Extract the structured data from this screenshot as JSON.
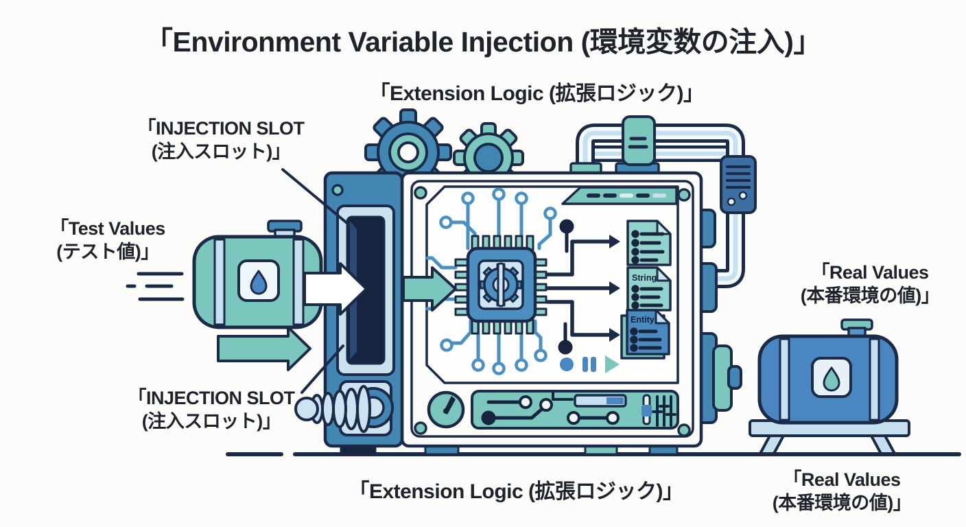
{
  "title": "「Environment Variable Injection (環境変数の注入)」",
  "labels": {
    "extension_logic_top": "「Extension Logic (拡張ロジック)」",
    "injection_slot_top": {
      "line1": "「INJECTION SLOT",
      "line2": "(注入スロット)」"
    },
    "test_values": {
      "line1": "「Test Values",
      "line2": "(テスト値)」"
    },
    "real_values_right": {
      "line1": "「Real Values",
      "line2": "(本番環境の値)」"
    },
    "injection_slot_bottom": {
      "line1": "「INJECTION SLOT",
      "line2": "(注入スロット)」"
    },
    "extension_logic_bottom": "「Extension Logic (拡張ロジック)」",
    "real_values_bottom": {
      "line1": "「Real Values",
      "line2": "(本番環境の値)」"
    }
  },
  "machine": {
    "documents": [
      {
        "id": "plain-list",
        "label": ""
      },
      {
        "id": "string",
        "label": "String"
      },
      {
        "id": "entity",
        "label": "Entity"
      }
    ],
    "icons": [
      "gear-icon",
      "cpu-chip-icon",
      "gauge-icon",
      "record-icon",
      "pause-icon",
      "play-icon",
      "droplet-icon",
      "document-icon",
      "arrow-icon",
      "pipe",
      "vent-grille",
      "equalizer"
    ]
  },
  "colors": {
    "navy": "#1b2a47",
    "machine_blue": "#4286b4",
    "accent_blue": "#4a86c2",
    "teal": "#7cc7bd",
    "doc_teal": "#92d4cb",
    "light_blue": "#c6e0f0",
    "panel_light": "#cde3f2",
    "slot_dark": "#152540",
    "background": "#fcfcfa",
    "text": "#1e222b"
  }
}
